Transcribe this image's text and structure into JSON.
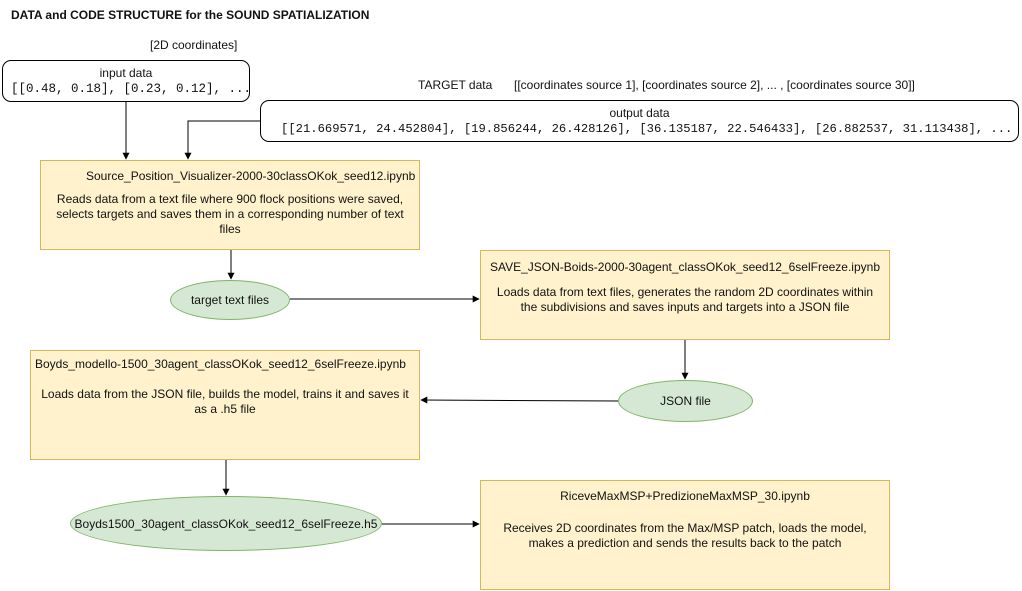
{
  "title": "DATA and CODE STRUCTURE for the SOUND SPATIALIZATION",
  "input": {
    "caption": "[2D coordinates]",
    "heading": "input data",
    "sample": "[[0.48, 0.18], [0.23, 0.12], ..."
  },
  "target": {
    "caption": "TARGET data",
    "structure": "[[coordinates source 1], [coordinates source 2], ... , [coordinates source 30]]"
  },
  "output": {
    "heading": "output data",
    "sample": "[[21.669571, 24.452804], [19.856244, 26.428126], [36.135187, 22.546433], [26.882537, 31.113438], ..."
  },
  "processes": {
    "visualizer": {
      "name": "Source_Position_Visualizer-2000-30classOKok_seed12.ipynb",
      "description": "Reads data from a text file where 900 flock positions were saved, selects targets and saves them in a corresponding number of text files"
    },
    "save_json": {
      "name": "SAVE_JSON-Boids-2000-30agent_classOKok_seed12_6selFreeze.ipynb",
      "description": "Loads data from text files, generates the random 2D coordinates within the subdivisions and saves inputs and targets into a JSON file"
    },
    "model": {
      "name": "Boyds_modello-1500_30agent_classOKok_seed12_6selFreeze.ipynb",
      "description": "Loads data from the JSON file, builds the model, trains it and saves it as a .h5 file"
    },
    "receive": {
      "name": "RiceveMaxMSP+PredizioneMaxMSP_30.ipynb",
      "description": "Receives 2D coordinates from the Max/MSP patch, loads the model, makes a prediction and sends the results back to the patch"
    }
  },
  "files": {
    "target_text": "target text files",
    "json": "JSON file",
    "h5": "Boyds1500_30agent_classOKok_seed12_6selFreeze.h5"
  },
  "colors": {
    "process_fill": "#fff2cc",
    "process_border": "#d6b656",
    "file_fill": "#d5e8d4",
    "file_border": "#82b366"
  }
}
